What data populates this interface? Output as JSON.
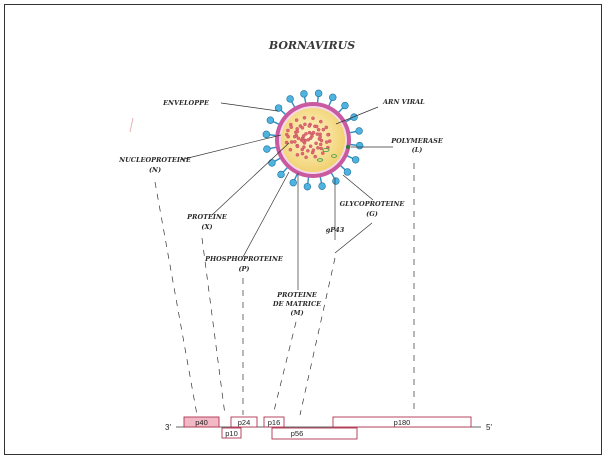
{
  "title": "BORNAVIRUS",
  "labels": {
    "enveloppe": "ENVELOPPE",
    "arn_viral": "ARN VIRAL",
    "polymerase": "POLYMERASE",
    "polymerase_code": "(L)",
    "nucleoproteine": "NUCLEOPROTEINE",
    "nucleoproteine_code": "(N)",
    "proteine": "PROTEINE",
    "proteine_code": "(X)",
    "glycoproteine": "GLYCOPROTEINE",
    "glycoproteine_code": "(G)",
    "gp43": "gP43",
    "phosphoproteine": "PHOSPHOPROTEINE",
    "phosphoproteine_code": "(P)",
    "matrice_1": "PROTEINE",
    "matrice_2": "DE MATRICE",
    "matrice_code": "(M)"
  },
  "genome": {
    "end_left": "3'",
    "end_right": "5'",
    "genes": [
      "p40",
      "p24",
      "p16",
      "p180",
      "p10",
      "p56"
    ]
  },
  "colors": {
    "envelope": "#c0559a",
    "core": "#f4dc8c",
    "rna": "#d9424e",
    "spike": "#2a95c8",
    "gene_fill": "#f2b8c6",
    "gene_stroke": "#b0334f"
  }
}
